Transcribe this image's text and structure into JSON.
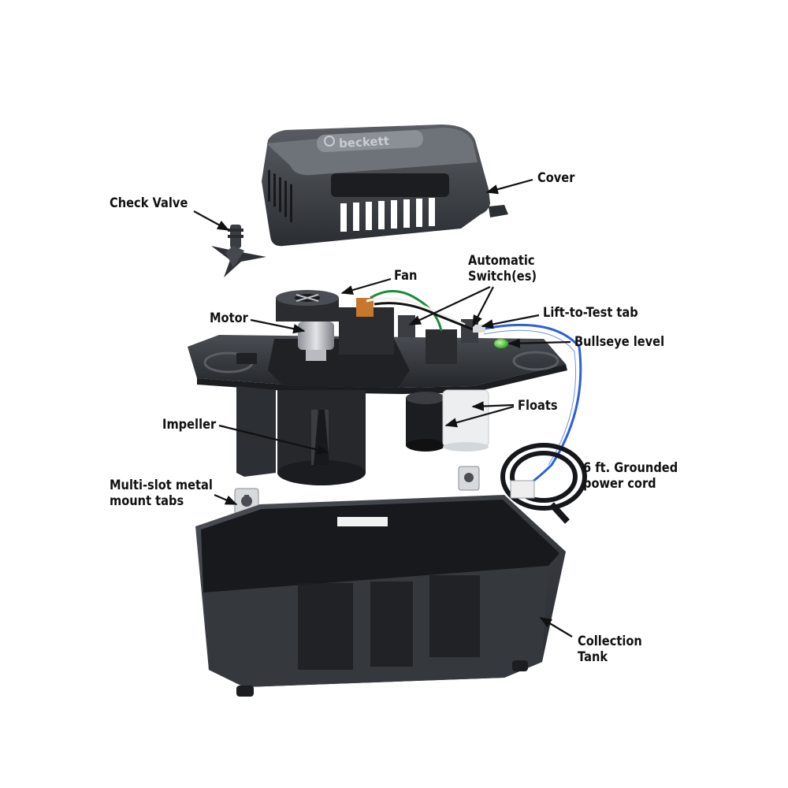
{
  "labels": {
    "cover": "Cover",
    "check_valve": "Check Valve",
    "fan": "Fan",
    "automatic_switch": [
      "Automatic",
      "Switch(es)"
    ],
    "motor": "Motor",
    "lift_to_test_tab": "Lift-to-Test tab",
    "bullseye_level": "Bullseye level",
    "floats": "Floats",
    "impeller": "Impeller",
    "power_cord": [
      "6 ft. Grounded",
      "power cord"
    ],
    "mount_tabs": [
      "Multi-slot metal",
      "mount tabs"
    ],
    "collection_tank": [
      "Collection",
      "Tank"
    ]
  },
  "brand_logo_text": "beckett",
  "colors": {
    "plastic_dark": "#3c3f44",
    "plastic_black": "#1e2023",
    "label_text": "#111111",
    "cord_blue": "#2e5fd6",
    "bullseye_green": "#5ed64a",
    "float_white": "#eceef0"
  }
}
